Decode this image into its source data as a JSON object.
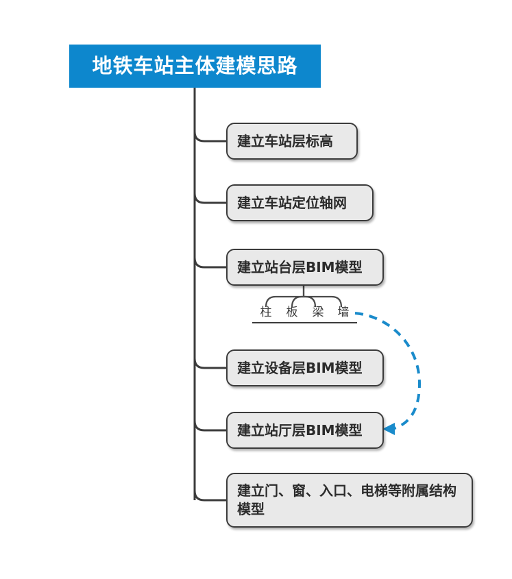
{
  "diagram": {
    "type": "mind-map",
    "background_color": "#ffffff",
    "root": {
      "label": "地铁车站主体建模思路",
      "fill_color": "#0d87cd",
      "text_color": "#ffffff"
    },
    "node_style": {
      "fill_color": "#e9e9e9",
      "border_color": "#3b3b3b",
      "text_color": "#2b2b2b"
    },
    "branches": [
      {
        "label": "建立车站层标高"
      },
      {
        "label": "建立车站定位轴网"
      },
      {
        "label": "建立站台层BIM模型"
      },
      {
        "label": "建立设备层BIM模型"
      },
      {
        "label": "建立站厅层BIM模型"
      },
      {
        "label": "建立门、窗、入口、电梯等附属结构模型"
      }
    ],
    "sub_nodes": [
      {
        "label": "柱"
      },
      {
        "label": "板"
      },
      {
        "label": "梁"
      },
      {
        "label": "墙"
      }
    ],
    "connector": {
      "line_color": "#3b3b3b",
      "arrow_color": "#1a8bcb",
      "arrow_style": "dashed-curved",
      "arrow_name": "feedback-arrow"
    }
  }
}
